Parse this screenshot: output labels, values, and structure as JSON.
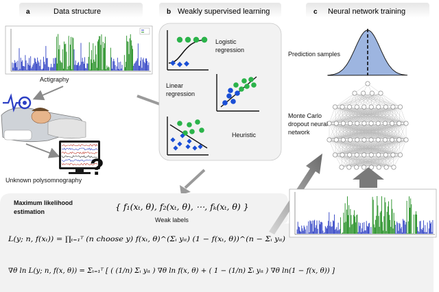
{
  "panels": {
    "a": {
      "letter": "a",
      "title": "Data structure"
    },
    "b": {
      "letter": "b",
      "title": "Weakly supervised learning"
    },
    "c": {
      "letter": "c",
      "title": "Neural network training"
    }
  },
  "labels": {
    "actigraphy": "Actigraphy",
    "unknown_psg": "Unknown polysomnography",
    "logistic_1": "Logistic",
    "logistic_2": "regression",
    "linear_1": "Linear",
    "linear_2": "regression",
    "heuristic": "Heuristic",
    "prediction_samples": "Prediction samples",
    "mc_1": "Monte Carlo",
    "mc_2": "dropout neural",
    "mc_3": "network",
    "mle_1": "Maximum likelihood",
    "mle_2": "estimation",
    "weak_labels": "Weak labels",
    "question_mark": "?"
  },
  "math": {
    "weak_label_set": "{ f₁(xₜ, θ), f₂(xₜ, θ), ⋯, fₖ(xₜ, θ) }",
    "likelihood": "L(y; n, f(xₜ)) = ∏ₜ₌₁ᵀ (n choose y) f(xₜ, θ)^(Σᵢ yᵢₜ) (1 − f(xₜ, θ))^(n − Σᵢ yᵢₜ)",
    "gradient": "∇θ ln L(y; n, f(x, θ)) = Σₜ₌₁ᵀ [ ( (1/n) Σᵢ yᵢₜ ) ∇θ ln f(x, θ) + ( 1 − (1/n) Σᵢ yᵢₜ ) ∇θ ln(1 − f(x, θ)) ]"
  },
  "colors": {
    "green_series": "#1e8c1e",
    "blue_series": "#2c3fc4",
    "green_dot": "#2bb34a",
    "blue_dot": "#1a4fd6",
    "panel_bg": "#f2f2f2",
    "bell_fill": "#9db5e0",
    "arrow_gray": "#8a8a8a"
  }
}
